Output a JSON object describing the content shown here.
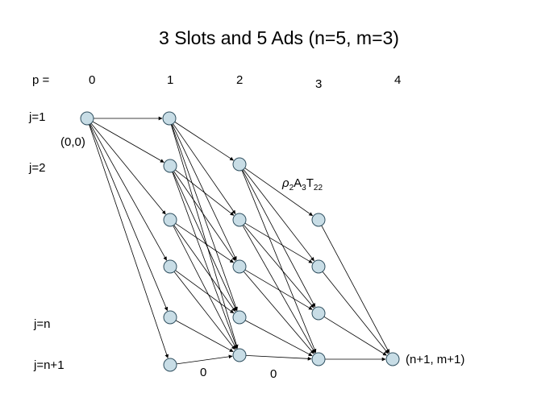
{
  "title": "3 Slots and 5 Ads (n=5, m=3)",
  "p_axis": {
    "label": "p =",
    "values": [
      "0",
      "1",
      "2",
      "3",
      "4"
    ]
  },
  "j_labels": [
    "j=1",
    "j=2",
    "j=n",
    "j=n+1"
  ],
  "annotations": {
    "start_node": "(0,0)",
    "end_node": "(n+1, m+1)",
    "edge_weight": {
      "rho": "ρ",
      "rho_sub": "2",
      "a": "A",
      "a_sub": "3",
      "t": "T",
      "t_sub": "22"
    },
    "bottom_zero_1": "0",
    "bottom_zero_2": "0"
  },
  "colors": {
    "node_fill": "#c8dde6",
    "node_stroke": "#2f4f5f"
  }
}
